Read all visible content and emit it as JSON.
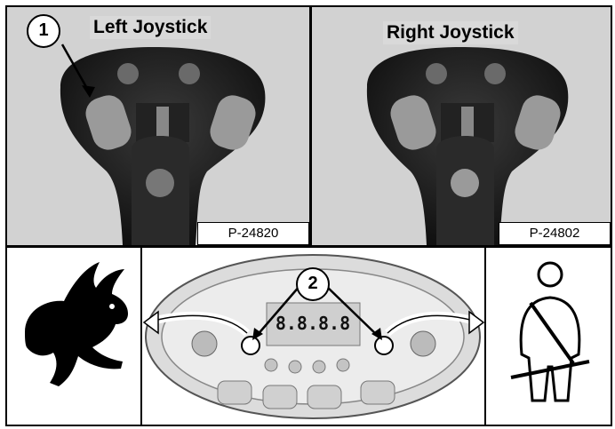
{
  "left_panel": {
    "title": "Left Joystick",
    "code": "P-24820",
    "callout": "1"
  },
  "right_panel": {
    "title": "Right Joystick",
    "code": "P-24802"
  },
  "bottom_panel": {
    "callout": "2",
    "display_readout": "8.8.8.8"
  },
  "icons": {
    "left": "rabbit-icon",
    "right": "seat-belt-icon"
  }
}
